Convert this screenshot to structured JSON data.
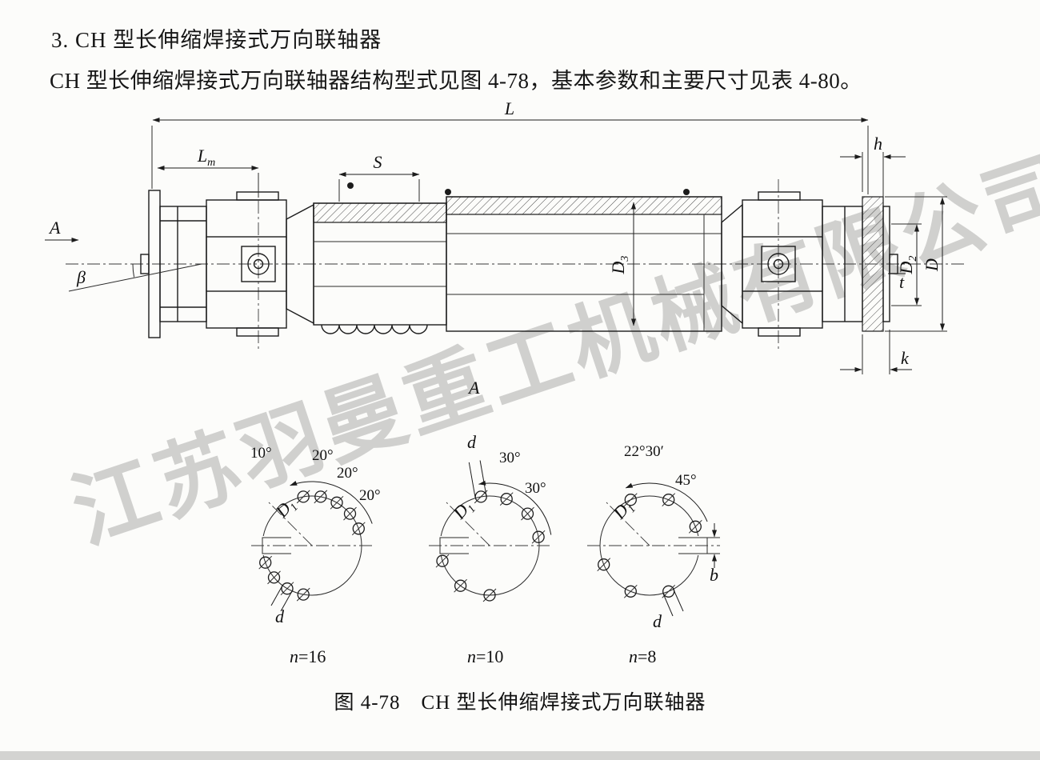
{
  "doc": {
    "heading": "3. CH 型长伸缩焊接式万向联轴器",
    "body": "CH 型长伸缩焊接式万向联轴器结构型式见图 4-78，基本参数和主要尺寸见表 4-80。",
    "caption": "图 4-78　CH 型长伸缩焊接式万向联轴器",
    "watermark": "江苏羽曼重工机械有限公司"
  },
  "dims": {
    "L": "L",
    "Lm": {
      "base": "L",
      "sub": "m"
    },
    "S": "S",
    "h": "h",
    "view_arrow": "A",
    "beta": "β",
    "D3": {
      "base": "D",
      "sub": "3"
    },
    "t": "t",
    "D2": {
      "base": "D",
      "sub": "2"
    },
    "D": "D",
    "k": "k",
    "section": "A"
  },
  "flanges": [
    {
      "D1": {
        "base": "D",
        "sub": "1"
      },
      "d": "d",
      "n_var": "n",
      "n_val": "=16",
      "angles": [
        "10°",
        "20°",
        "20°",
        "20°"
      ]
    },
    {
      "D1": {
        "base": "D",
        "sub": "1"
      },
      "d": "d",
      "n_var": "n",
      "n_val": "=10",
      "angles": [
        "30°",
        "30°"
      ]
    },
    {
      "D1": {
        "base": "D",
        "sub": "1"
      },
      "d": "d",
      "b": "b",
      "n_var": "n",
      "n_val": "=8",
      "angles": [
        "22°30′",
        "45°"
      ]
    }
  ]
}
